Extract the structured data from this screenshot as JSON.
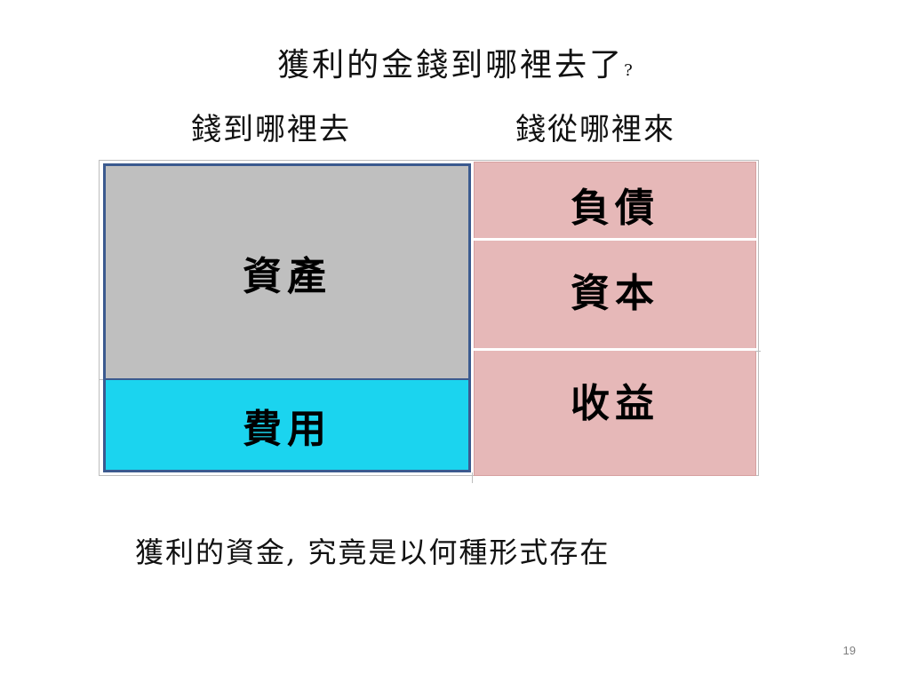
{
  "slide": {
    "title": "獲利的金錢到哪裡去了",
    "title_mark": "?",
    "left_header": "錢到哪裡去",
    "right_header": "錢從哪裡來",
    "left_blocks": {
      "assets": "資產",
      "expenses": "費用"
    },
    "right_blocks": {
      "liabilities": "負債",
      "capital": "資本",
      "revenue": "收益"
    },
    "question": "獲利的資金, 究竟是以何種形式存在",
    "page_number": "19"
  },
  "colors": {
    "assets_fill": "#bfbfbf",
    "expenses_fill": "#1bd4ef",
    "block_border": "#3b5a8f",
    "right_fill": "#e6b8b8"
  }
}
